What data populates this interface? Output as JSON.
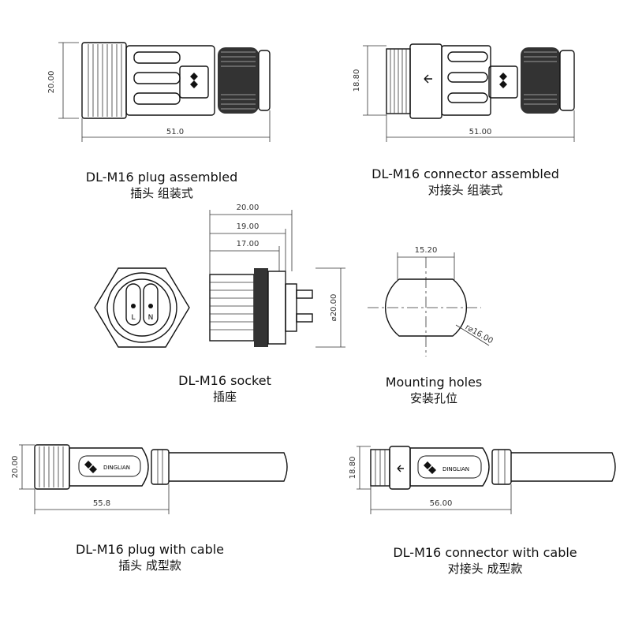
{
  "captions": {
    "plug_assembled": {
      "en": "DL-M16 plug assembled",
      "zh": "插头 组装式"
    },
    "connector_assembled": {
      "en": "DL-M16  connector assembled",
      "zh": "对接头 组装式"
    },
    "socket": {
      "en": "DL-M16  socket",
      "zh": "插座"
    },
    "mounting_holes": {
      "en": "Mounting holes",
      "zh": "安装孔位"
    },
    "plug_cable": {
      "en": "DL-M16 plug with cable",
      "zh": "插头 成型款"
    },
    "connector_cable": {
      "en": "DL-M16 connector with cable",
      "zh": "对接头 成型款"
    }
  },
  "dimensions": {
    "plug_assembled_height": "20.00",
    "plug_assembled_length": "51.0",
    "connector_assembled_height": "18.80",
    "connector_assembled_length": "51.00",
    "socket_w1": "20.00",
    "socket_w2": "19.00",
    "socket_w3": "17.00",
    "socket_dia": "⌀20.00",
    "hole_width": "15.20",
    "hole_radius": "r⌀16.00",
    "plug_cable_height": "20.00",
    "plug_cable_length": "55.8",
    "connector_cable_height": "18.80",
    "connector_cable_length": "56.00"
  },
  "pin_labels": {
    "left": "L",
    "right": "N"
  },
  "brand": "DINGLIAN",
  "colors": {
    "ink": "#111111",
    "shade": "#444444",
    "background": "#ffffff"
  }
}
